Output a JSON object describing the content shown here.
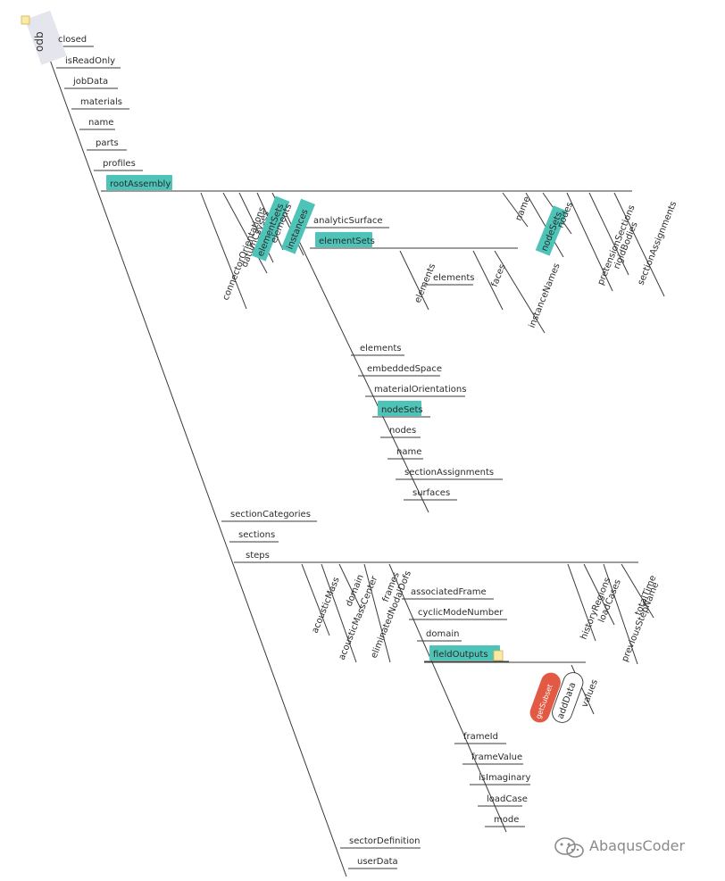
{
  "root": {
    "label": "odb"
  },
  "odb_members": [
    "closed",
    "isReadOnly",
    "jobData",
    "materials",
    "name",
    "parts",
    "profiles",
    "rootAssembly"
  ],
  "rootAssembly_members": [
    "connectorOrientations",
    "datumCsyses",
    "elementSets",
    "elements",
    "instances",
    "name",
    "nodeSets",
    "nodes",
    "pretensionSections",
    "rigidBodies",
    "sectionAssignments"
  ],
  "instances_members": [
    "analyticSurface",
    "elementSets",
    "elements",
    "embeddedSpace",
    "materialOrientations",
    "nodeSets",
    "nodes",
    "name",
    "sectionAssignments",
    "surfaces"
  ],
  "elementSets_members": [
    "elements",
    "elements",
    "faces",
    "instanceNames"
  ],
  "odb_members_2": [
    "sectionCategories",
    "sections",
    "steps",
    "sectorDefinition",
    "userData"
  ],
  "steps_members": [
    "acousticMass",
    "acousticMassCenter",
    "domain",
    "eliminatedNodalDofs",
    "frames",
    "historyRegions",
    "loadCases",
    "previousStepName",
    "totalTime"
  ],
  "frames_members": [
    "associatedFrame",
    "cyclicModeNumber",
    "domain",
    "fieldOutputs",
    "frameId",
    "frameValue",
    "isImaginary",
    "loadCase",
    "mode"
  ],
  "fieldOutputs_members": [
    "getSubset",
    "addData",
    "values"
  ],
  "watermark": "AbaqusCoder",
  "colors": {
    "highlight": "#4ec3b8",
    "method": "#e35a44",
    "line": "#3a3a3a",
    "root_bg": "#e5e5ee"
  }
}
